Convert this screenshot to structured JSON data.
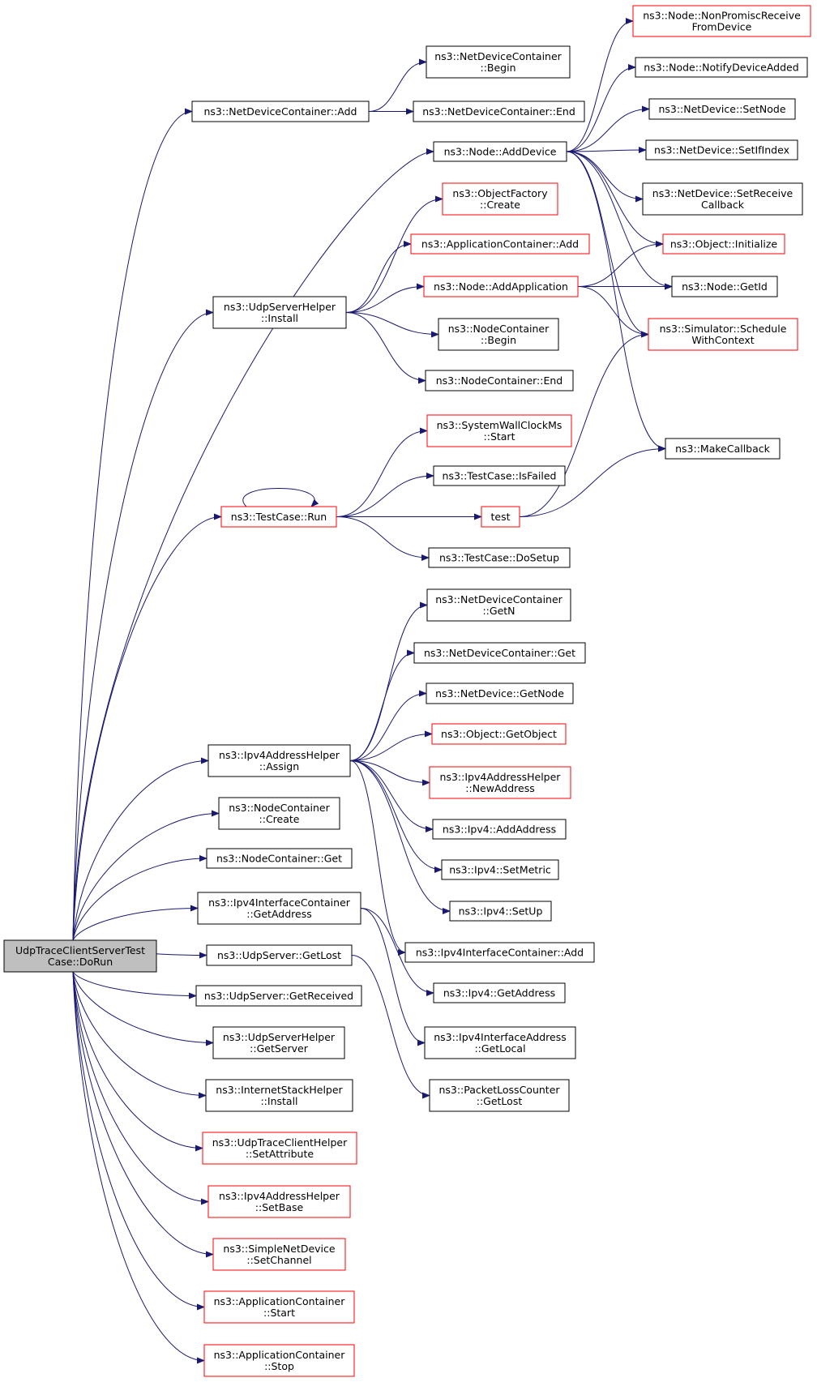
{
  "colors": {
    "edge": "#191970",
    "normal_border": "#000000",
    "truncated_border": "#ff0000",
    "root_fill": "#bfbfbf",
    "node_fill": "#ffffff"
  },
  "nodes": {
    "root": {
      "lines": [
        "UdpTraceClientServerTest",
        "Case::DoRun"
      ],
      "kind": "root"
    },
    "ndcAdd": {
      "lines": [
        "ns3::NetDeviceContainer::Add"
      ],
      "kind": "normal"
    },
    "ndcBegin": {
      "lines": [
        "ns3::NetDeviceContainer",
        "::Begin"
      ],
      "kind": "normal"
    },
    "ndcEnd": {
      "lines": [
        "ns3::NetDeviceContainer::End"
      ],
      "kind": "normal"
    },
    "nodeAddDevice": {
      "lines": [
        "ns3::Node::AddDevice"
      ],
      "kind": "normal"
    },
    "nonPromisc": {
      "lines": [
        "ns3::Node::NonPromiscReceive",
        "FromDevice"
      ],
      "kind": "truncated"
    },
    "notifyDeviceAdded": {
      "lines": [
        "ns3::Node::NotifyDeviceAdded"
      ],
      "kind": "normal"
    },
    "ndSetNode": {
      "lines": [
        "ns3::NetDevice::SetNode"
      ],
      "kind": "normal"
    },
    "ndSetIfIndex": {
      "lines": [
        "ns3::NetDevice::SetIfIndex"
      ],
      "kind": "normal"
    },
    "ndSetReceiveCallback": {
      "lines": [
        "ns3::NetDevice::SetReceive",
        "Callback"
      ],
      "kind": "normal"
    },
    "objectInitialize": {
      "lines": [
        "ns3::Object::Initialize"
      ],
      "kind": "truncated"
    },
    "nodeGetId": {
      "lines": [
        "ns3::Node::GetId"
      ],
      "kind": "normal"
    },
    "schedWithContext": {
      "lines": [
        "ns3::Simulator::Schedule",
        "WithContext"
      ],
      "kind": "truncated"
    },
    "objFactoryCreate": {
      "lines": [
        "ns3::ObjectFactory",
        "::Create"
      ],
      "kind": "truncated"
    },
    "appContainerAdd": {
      "lines": [
        "ns3::ApplicationContainer::Add"
      ],
      "kind": "truncated"
    },
    "udpServerHelperInstall": {
      "lines": [
        "ns3::UdpServerHelper",
        "::Install"
      ],
      "kind": "normal"
    },
    "nodeAddApplication": {
      "lines": [
        "ns3::Node::AddApplication"
      ],
      "kind": "truncated"
    },
    "ncBegin": {
      "lines": [
        "ns3::NodeContainer",
        "::Begin"
      ],
      "kind": "normal"
    },
    "ncEnd": {
      "lines": [
        "ns3::NodeContainer::End"
      ],
      "kind": "normal"
    },
    "swcStart": {
      "lines": [
        "ns3::SystemWallClockMs",
        "::Start"
      ],
      "kind": "truncated"
    },
    "tcIsFailed": {
      "lines": [
        "ns3::TestCase::IsFailed"
      ],
      "kind": "normal"
    },
    "makeCallback": {
      "lines": [
        "ns3::MakeCallback"
      ],
      "kind": "normal"
    },
    "tcRun": {
      "lines": [
        "ns3::TestCase::Run"
      ],
      "kind": "truncated"
    },
    "test": {
      "lines": [
        "test"
      ],
      "kind": "truncated"
    },
    "tcDoSetup": {
      "lines": [
        "ns3::TestCase::DoSetup"
      ],
      "kind": "normal"
    },
    "ndcGetN": {
      "lines": [
        "ns3::NetDeviceContainer",
        "::GetN"
      ],
      "kind": "normal"
    },
    "ndcGet": {
      "lines": [
        "ns3::NetDeviceContainer::Get"
      ],
      "kind": "normal"
    },
    "ndGetNode": {
      "lines": [
        "ns3::NetDevice::GetNode"
      ],
      "kind": "normal"
    },
    "objGetObject": {
      "lines": [
        "ns3::Object::GetObject"
      ],
      "kind": "truncated"
    },
    "ipv4AddrHelperAssign": {
      "lines": [
        "ns3::Ipv4AddressHelper",
        "::Assign"
      ],
      "kind": "normal"
    },
    "ipv4AddrHelperNewAddress": {
      "lines": [
        "ns3::Ipv4AddressHelper",
        "::NewAddress"
      ],
      "kind": "truncated"
    },
    "ncCreate": {
      "lines": [
        "ns3::NodeContainer",
        "::Create"
      ],
      "kind": "normal"
    },
    "ipv4AddAddress": {
      "lines": [
        "ns3::Ipv4::AddAddress"
      ],
      "kind": "normal"
    },
    "ncGet": {
      "lines": [
        "ns3::NodeContainer::Get"
      ],
      "kind": "normal"
    },
    "ipv4SetMetric": {
      "lines": [
        "ns3::Ipv4::SetMetric"
      ],
      "kind": "normal"
    },
    "ipv4IfcGetAddress": {
      "lines": [
        "ns3::Ipv4InterfaceContainer",
        "::GetAddress"
      ],
      "kind": "normal"
    },
    "ipv4SetUp": {
      "lines": [
        "ns3::Ipv4::SetUp"
      ],
      "kind": "normal"
    },
    "ipv4IfcAdd": {
      "lines": [
        "ns3::Ipv4InterfaceContainer::Add"
      ],
      "kind": "normal"
    },
    "udpServerGetLost": {
      "lines": [
        "ns3::UdpServer::GetLost"
      ],
      "kind": "normal"
    },
    "udpServerGetReceived": {
      "lines": [
        "ns3::UdpServer::GetReceived"
      ],
      "kind": "normal"
    },
    "ipv4GetAddress": {
      "lines": [
        "ns3::Ipv4::GetAddress"
      ],
      "kind": "normal"
    },
    "udpServerHelperGetServer": {
      "lines": [
        "ns3::UdpServerHelper",
        "::GetServer"
      ],
      "kind": "normal"
    },
    "ipv4IfAddrGetLocal": {
      "lines": [
        "ns3::Ipv4InterfaceAddress",
        "::GetLocal"
      ],
      "kind": "normal"
    },
    "plcGetLost": {
      "lines": [
        "ns3::PacketLossCounter",
        "::GetLost"
      ],
      "kind": "normal"
    },
    "ishInstall": {
      "lines": [
        "ns3::InternetStackHelper",
        "::Install"
      ],
      "kind": "normal"
    },
    "utchSetAttribute": {
      "lines": [
        "ns3::UdpTraceClientHelper",
        "::SetAttribute"
      ],
      "kind": "truncated"
    },
    "ipv4AddrHelperSetBase": {
      "lines": [
        "ns3::Ipv4AddressHelper",
        "::SetBase"
      ],
      "kind": "truncated"
    },
    "sndSetChannel": {
      "lines": [
        "ns3::SimpleNetDevice",
        "::SetChannel"
      ],
      "kind": "truncated"
    },
    "appContainerStart": {
      "lines": [
        "ns3::ApplicationContainer",
        "::Start"
      ],
      "kind": "truncated"
    },
    "appContainerStop": {
      "lines": [
        "ns3::ApplicationContainer",
        "::Stop"
      ],
      "kind": "truncated"
    }
  }
}
